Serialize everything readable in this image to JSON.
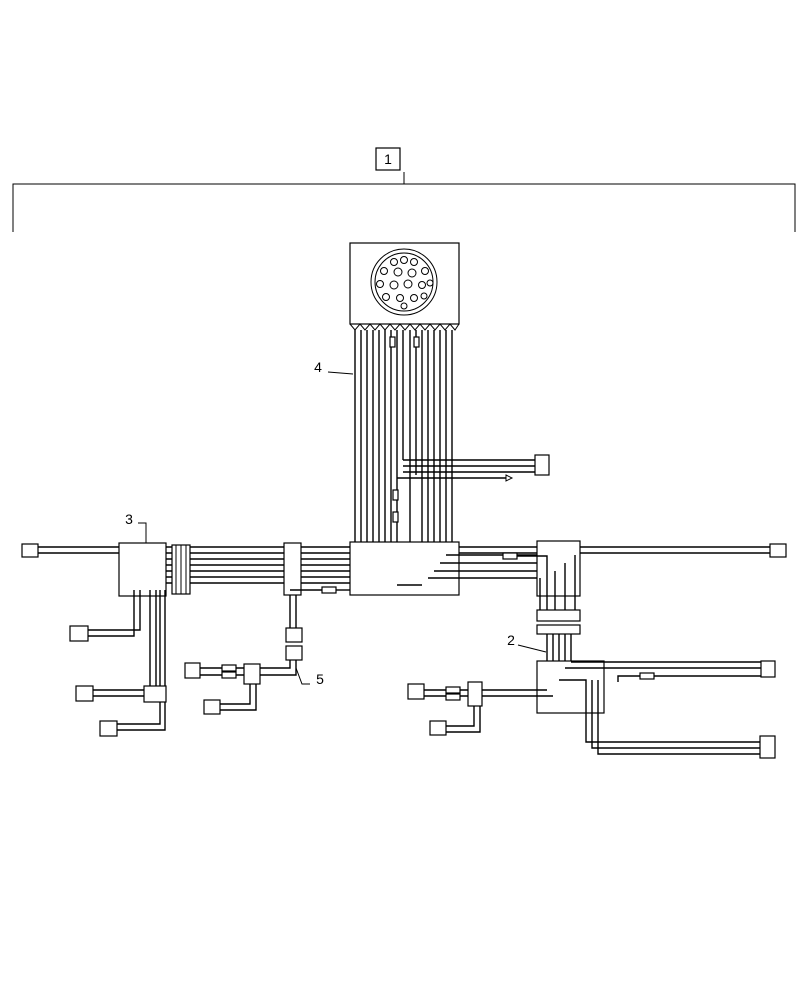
{
  "diagram": {
    "callouts": {
      "assembly": "1",
      "harness_right": "2",
      "harness_left": "3",
      "harness_main": "4",
      "harness_small": "5"
    }
  }
}
